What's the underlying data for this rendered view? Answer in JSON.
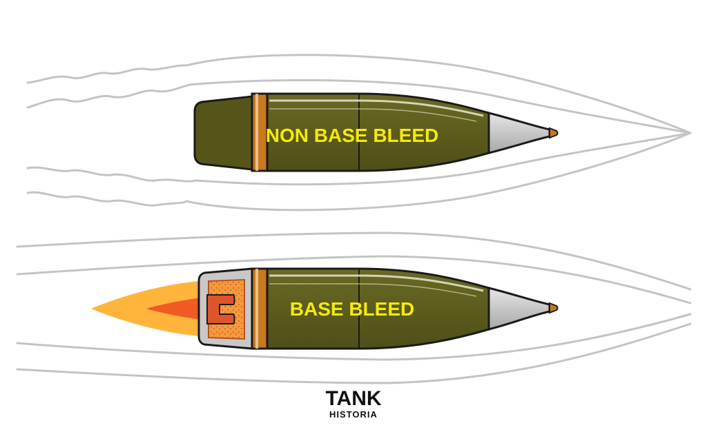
{
  "labels": {
    "top_shell": "NON BASE BLEED",
    "bottom_shell": "BASE BLEED"
  },
  "logo": {
    "line1": "TANK",
    "line2": "HISTORIA"
  },
  "colors": {
    "shell_body": "#5a5a1c",
    "driving_band": "#c8781e",
    "fuze": "#c8c8c8",
    "label": "#f5ea0c",
    "flame_outer": "#ffb43c",
    "flame_inner": "#f05a23",
    "airflow": "#c4c4c4"
  }
}
